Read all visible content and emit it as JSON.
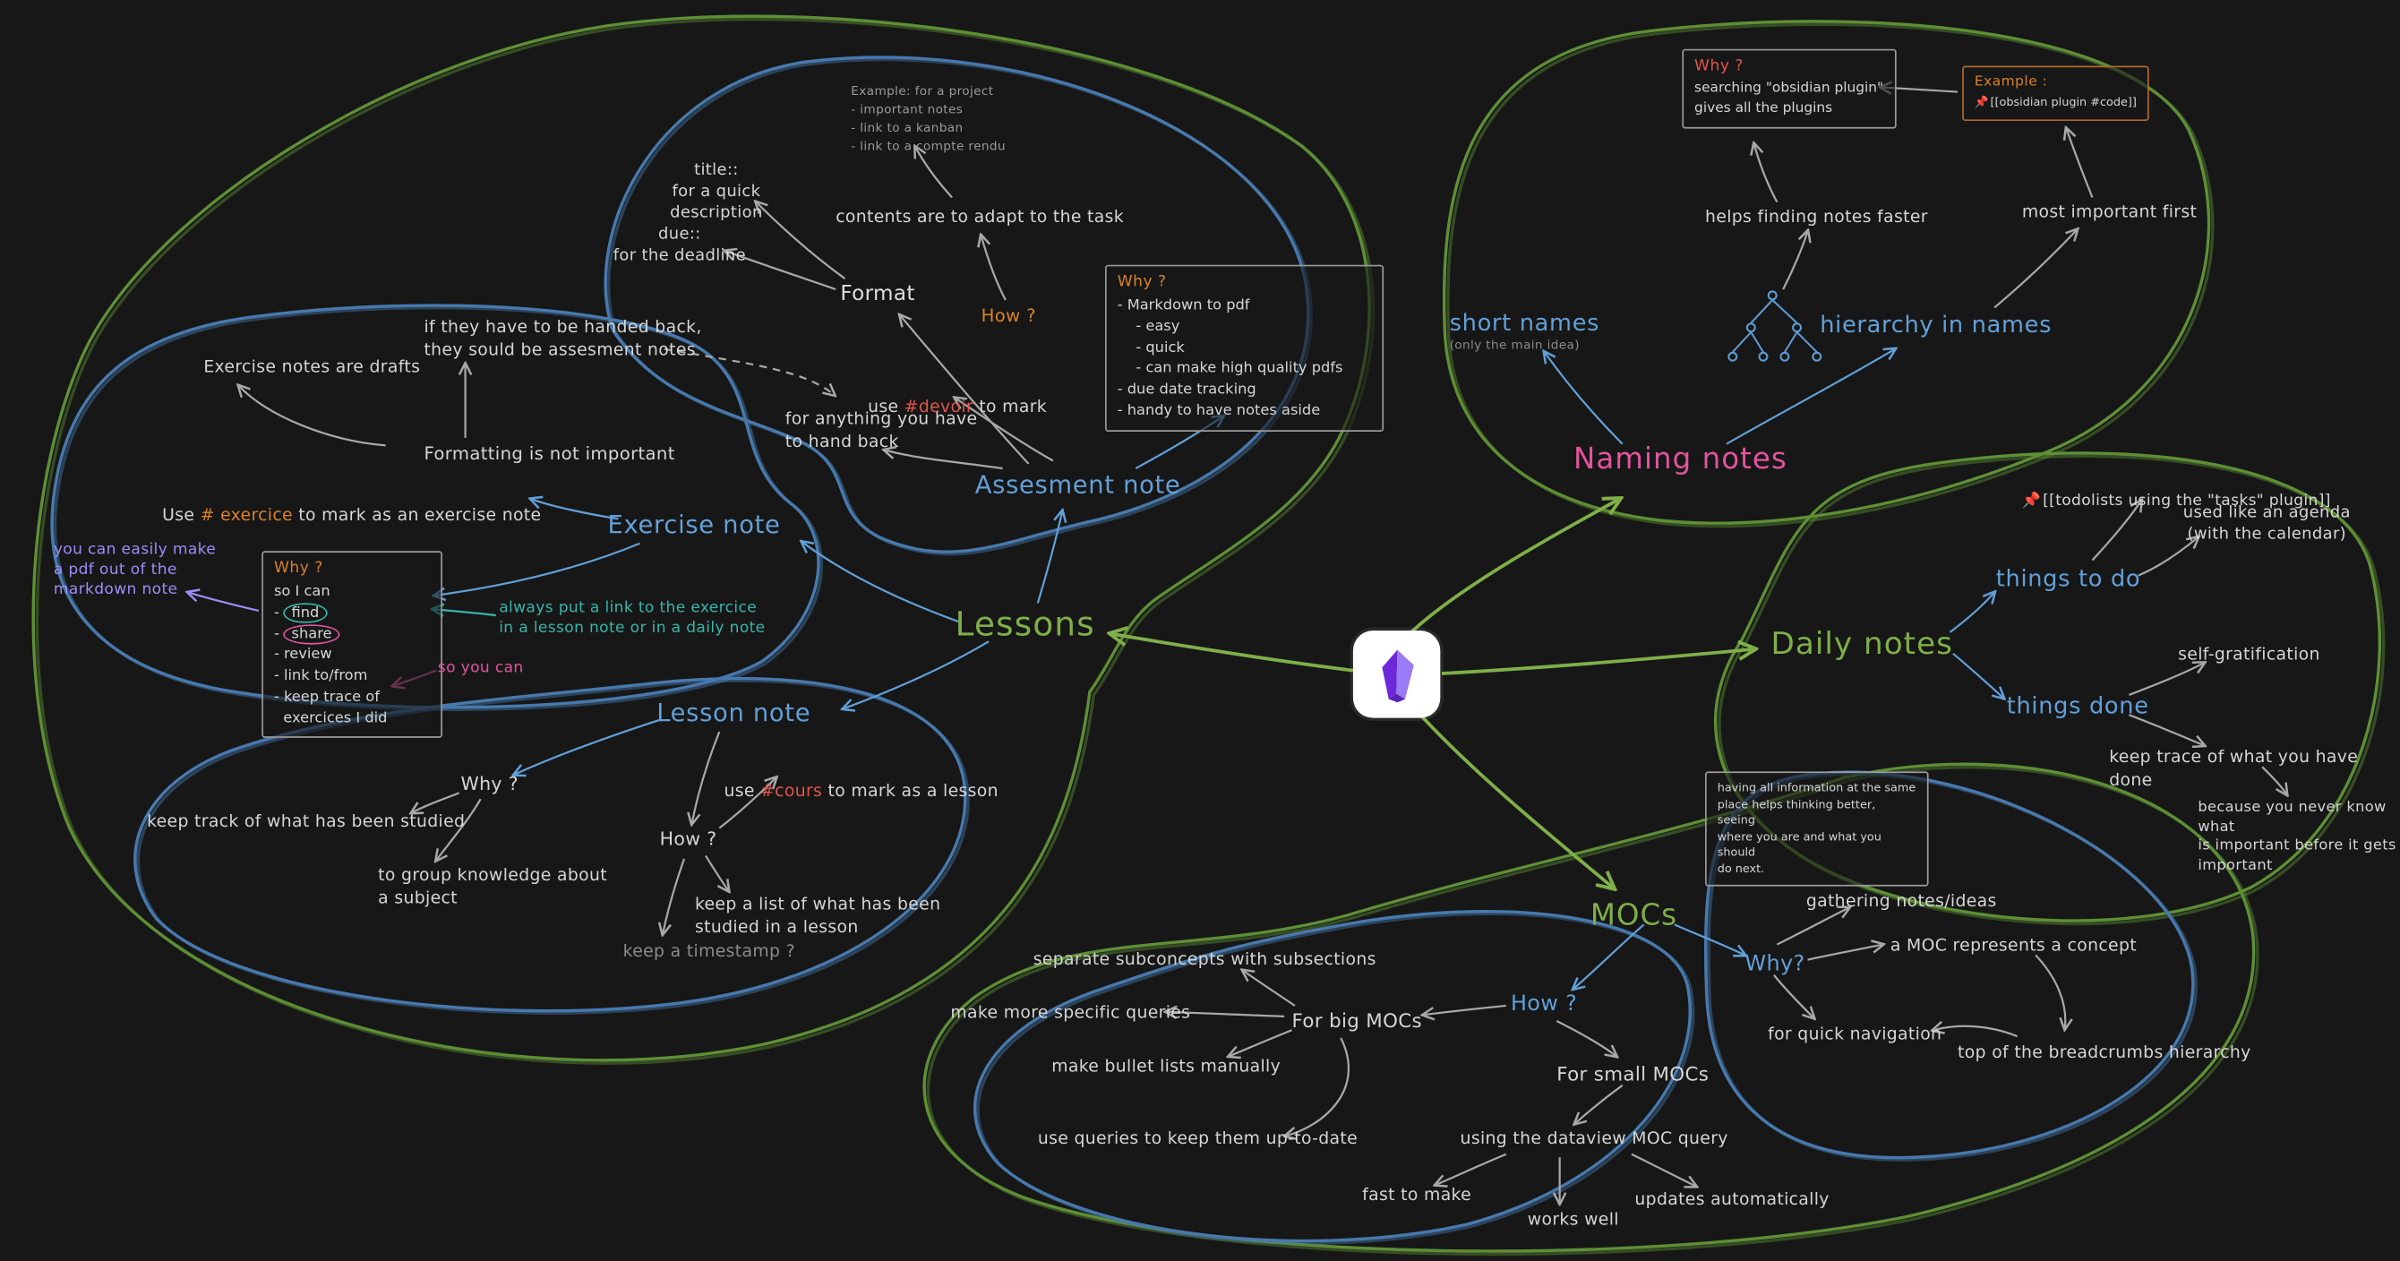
{
  "colors": {
    "background": "#171717",
    "green": "#7faf49",
    "blue": "#61a0d8",
    "orange": "#d9822b",
    "red": "#e0564c",
    "pink": "#e0559d",
    "purple": "#9e8cf7",
    "teal": "#37b5a8"
  },
  "branches": {
    "lessons": "Lessons",
    "naming": "Naming notes",
    "daily": "Daily notes",
    "mocs": "MOCs"
  },
  "assessment": {
    "title": "Assesment note",
    "example": "Example: for a project\n- important notes\n- link to a kanban\n- link to a compte rendu",
    "title_field": "title::\nfor a quick description",
    "due_field": "due::\nfor the deadline",
    "contents": "contents are to adapt to the task",
    "format": "Format",
    "how": "How ?",
    "use_tag_pre": "use ",
    "use_tag": "#devoir",
    "use_tag_post": " to mark",
    "hand_back": "for anything you have\nto hand back",
    "why_header": "Why ?",
    "why_body": "- Markdown to pdf\n    - easy\n    - quick\n    - can make high quality pdfs\n- due date tracking\n- handy to have notes aside"
  },
  "exercise": {
    "title": "Exercise note",
    "handed_back": "if they have to be handed back,\nthey sould be assesment notes",
    "drafts": "Exercise notes are drafts",
    "formatting": "Formatting is not important",
    "use_tag_pre": "Use ",
    "use_tag": "# exercice",
    "use_tag_post": " to mark as an exercise note",
    "pdf_note": "you can easily make\na pdf out of the\nmarkdown note",
    "so_you_can": "so you can",
    "always_link": "always put a link to the exercice\nin a lesson note or in a daily note",
    "why_header": "Why ?",
    "why_intro": "so I can",
    "item_find_pre": "- ",
    "item_find": "find",
    "item_share_pre": "- ",
    "item_share": "share",
    "item_review": "- review",
    "item_link": "- link to/from",
    "item_keep": "- keep trace of\n  exercices I did"
  },
  "lesson": {
    "title": "Lesson note",
    "use_tag_pre": "use ",
    "use_tag": "#cours",
    "use_tag_post": " to mark as a lesson",
    "why": "Why ?",
    "how": "How ?",
    "keep_track": "keep track of what has been studied",
    "group_knowledge": "to group knowledge about\na subject",
    "keep_list": "keep a list of what has been\nstudied in a lesson",
    "keep_timestamp": "keep a timestamp ?"
  },
  "naming": {
    "short_names": "short names",
    "short_names_sub": "(only the main idea)",
    "hierarchy": "hierarchy in names",
    "helps_finding": "helps finding notes faster",
    "most_important": "most important first",
    "why_header": "Why ?",
    "why_body": "searching \"obsidian plugin\"\ngives all the plugins",
    "example_header": "Example :",
    "example_pin": "📌",
    "example_body": "[[obsidian plugin #code]]"
  },
  "daily": {
    "things_to_do": "things to do",
    "things_done": "things done",
    "todolists_pin": "📌",
    "todolists": "[[todolists using the \"tasks\" plugin]]",
    "agenda": "used like an agenda\n(with the calendar)",
    "self_gratification": "self-gratification",
    "keep_trace": "keep trace of what you have done",
    "because": "because you never know what\nis important before it gets\nimportant"
  },
  "mocs": {
    "note": "having all information at the same\nplace helps thinking better, seeing\nwhere you are and what you should\ndo next.",
    "how": "How ?",
    "why": "Why?",
    "for_big": "For big MOCs",
    "for_small": "For small MOCs",
    "separate": "separate subconcepts with subsections",
    "specific": "make more specific queries",
    "bullets": "make bullet lists manually",
    "queries_update": "use queries to keep them up-to-date",
    "dataview": "using the dataview MOC query",
    "fast": "fast to make",
    "works": "works well",
    "updates": "updates automatically",
    "gathering": "gathering notes/ideas",
    "concept": "a MOC represents a concept",
    "quick_nav": "for quick navigation",
    "breadcrumbs": "top of the breadcrumbs hierarchy"
  }
}
